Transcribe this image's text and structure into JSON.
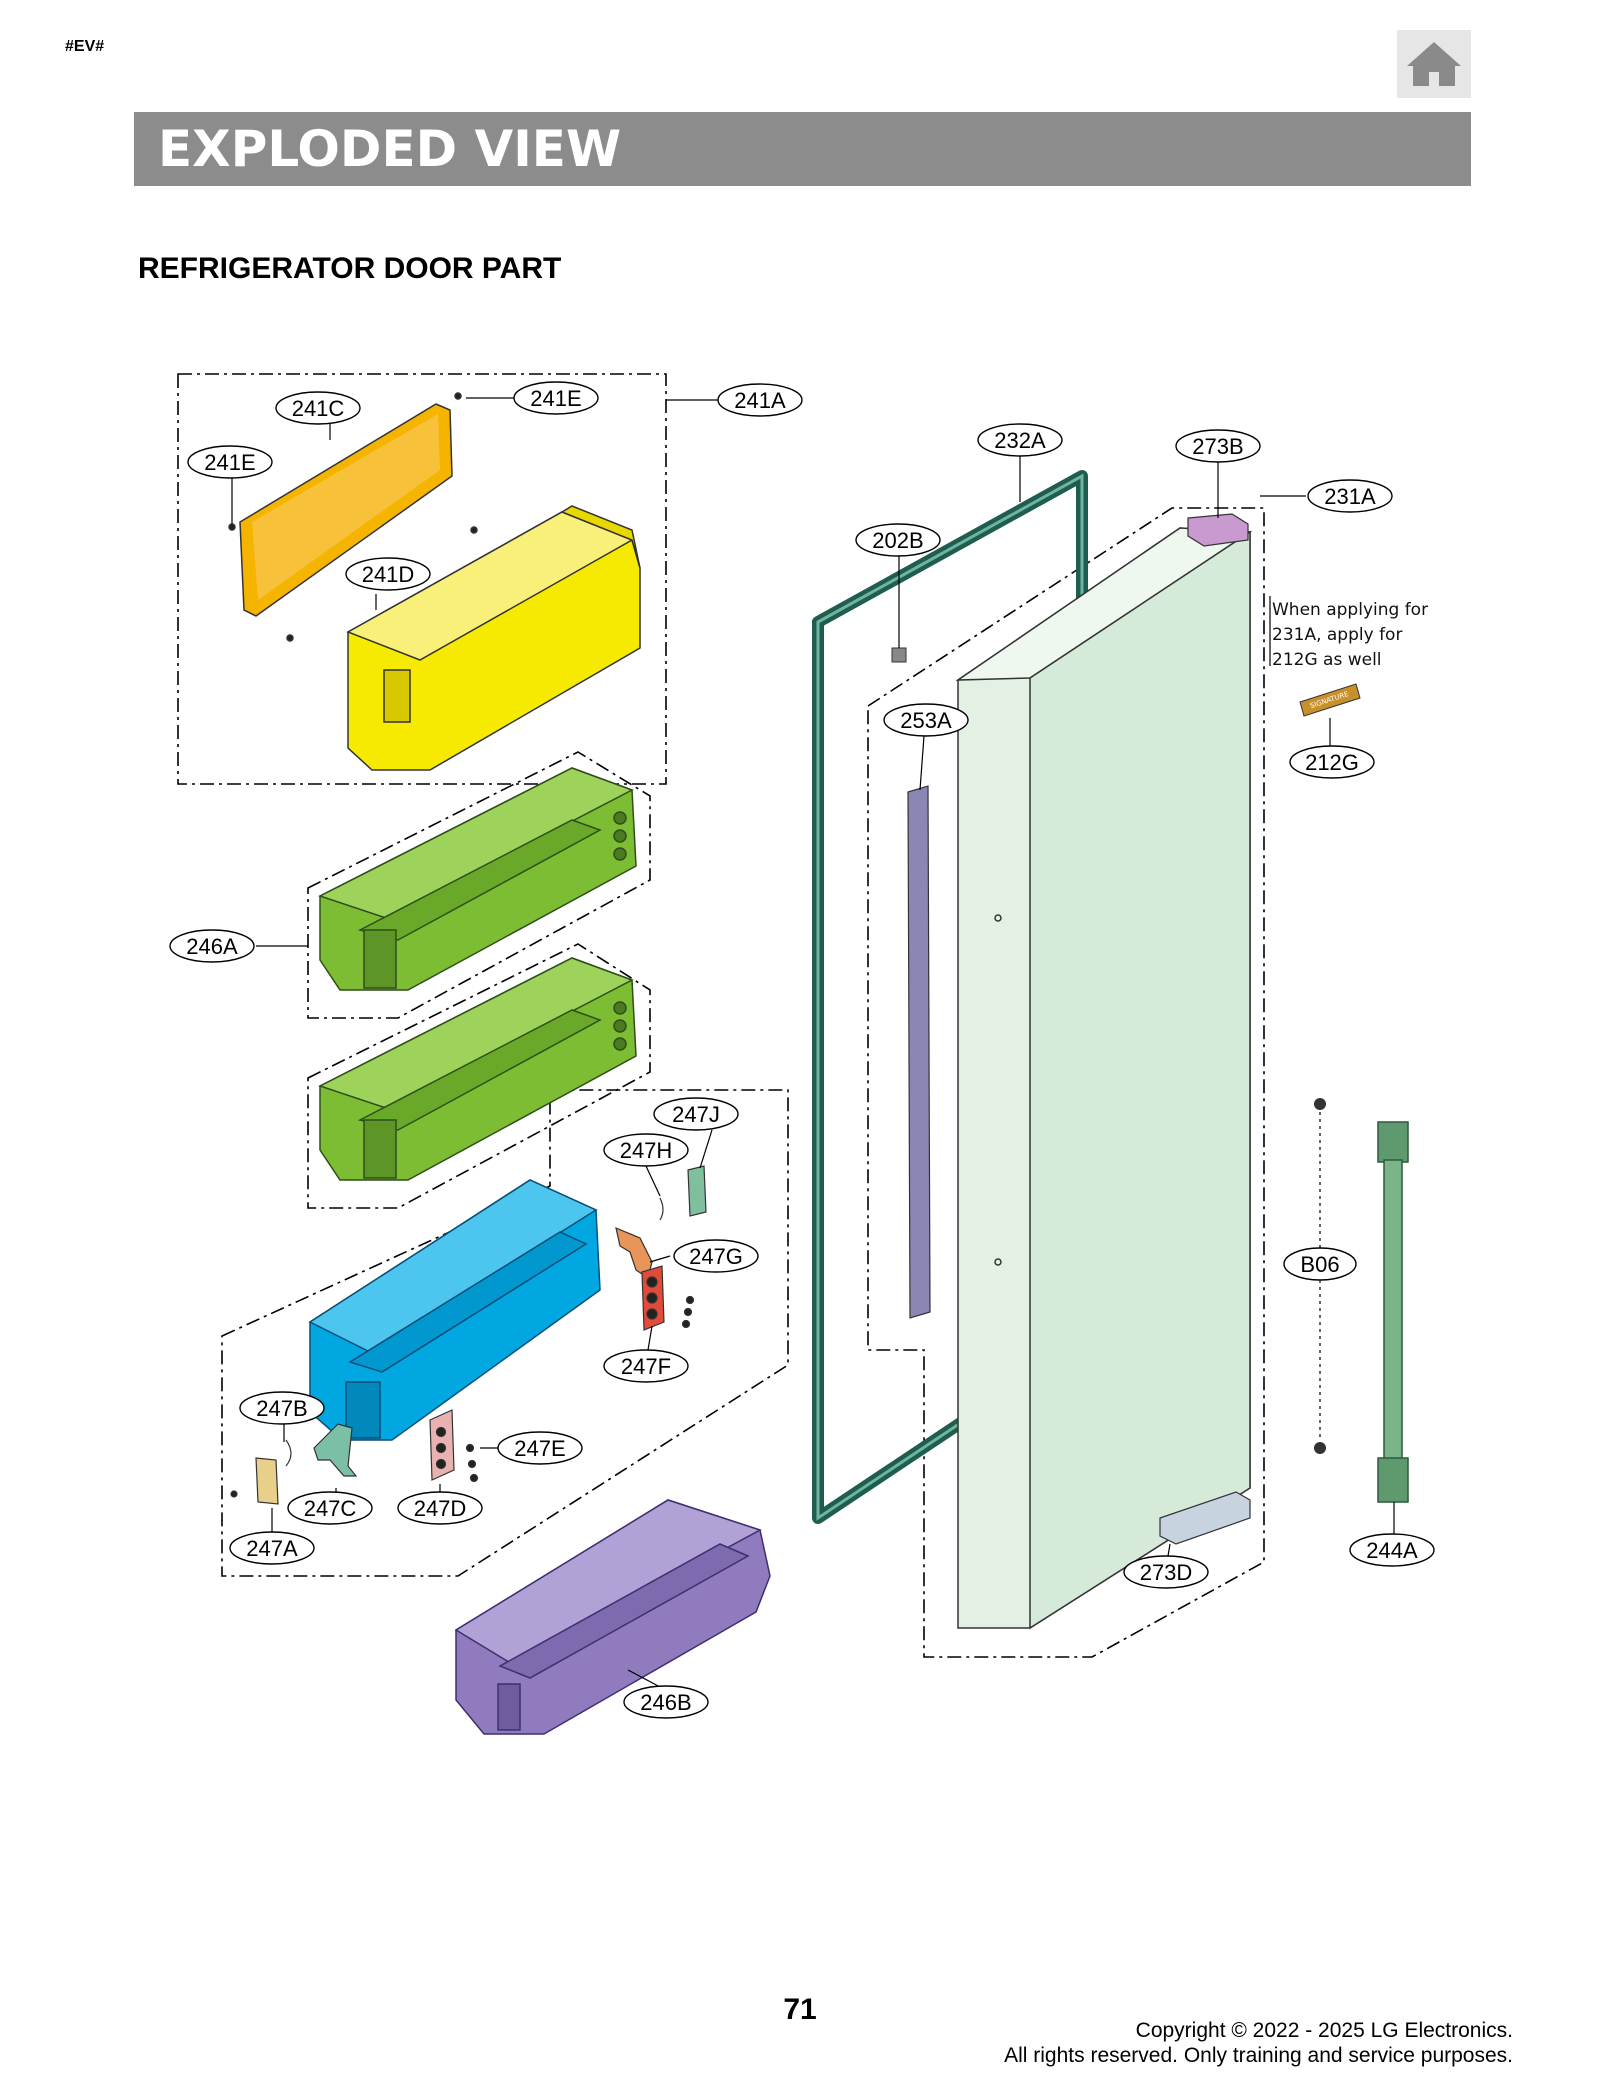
{
  "page_tag": "#EV#",
  "header": {
    "title": "EXPLODED VIEW",
    "home_icon": "home-icon"
  },
  "section_title": "REFRIGERATOR DOOR PART",
  "part_labels": {
    "p241C": "241C",
    "p241E_top": "241E",
    "p241A": "241A",
    "p241E_left": "241E",
    "p241D": "241D",
    "p232A": "232A",
    "p273B": "273B",
    "p231A": "231A",
    "p202B": "202B",
    "p253A": "253A",
    "p212G": "212G",
    "p246A": "246A",
    "p247J": "247J",
    "p247H": "247H",
    "p247G": "247G",
    "p247F": "247F",
    "pB06": "B06",
    "p247B": "247B",
    "p247E": "247E",
    "p247C": "247C",
    "p247D": "247D",
    "p247A": "247A",
    "p273D": "273D",
    "p244A": "244A",
    "p246B": "246B"
  },
  "note": {
    "line1": "When applying for",
    "line2": "231A, apply for",
    "line3": "212G as well"
  },
  "badge_text": "SIGNATURE",
  "colors": {
    "bin_top": "#f5ea00",
    "cover": "#f5b400",
    "bin_green": "#7cbd34",
    "bin_blue": "#00a7e1",
    "bin_purple": "#8f7bbd",
    "gasket": "#1f5e4e",
    "door": "#e2f1e4",
    "handle": "#5f9a6f",
    "hinge_top": "#c89ad0",
    "hinge_bottom": "#c7d3df",
    "channel": "#8a87b5",
    "banner": "#8c8c8c"
  },
  "footer": {
    "page_number": "71",
    "copyright_line1": "Copyright © 2022 - 2025 LG Electronics.",
    "copyright_line2": "All rights reserved. Only training and service purposes."
  }
}
